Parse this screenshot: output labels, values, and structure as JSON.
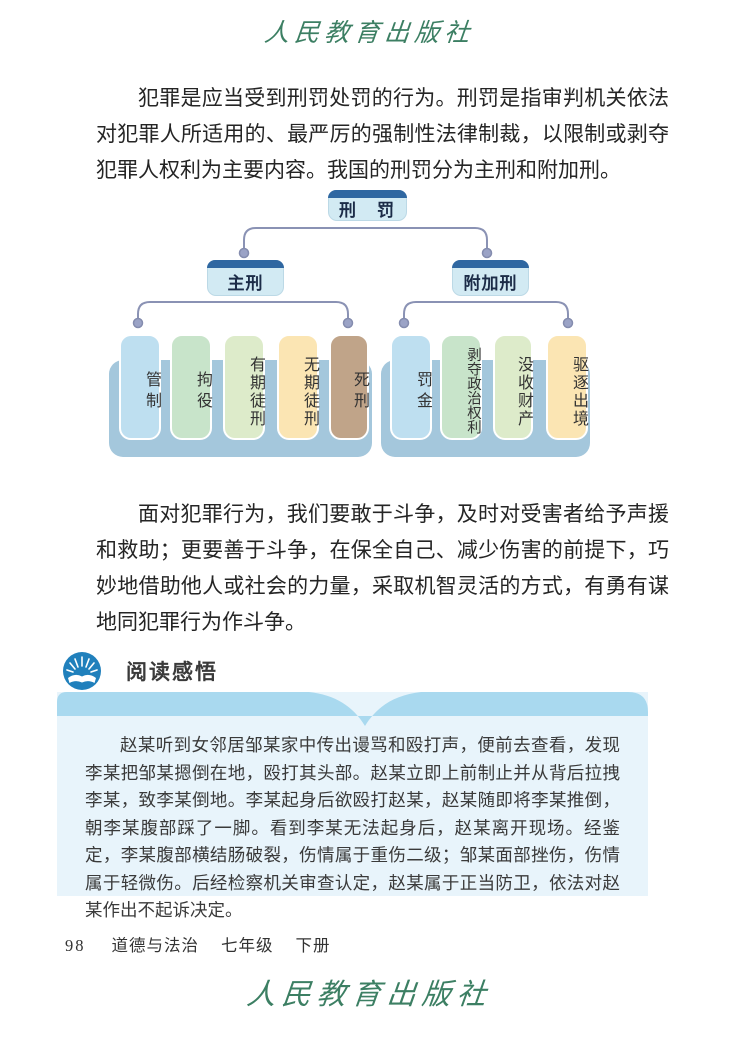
{
  "publisher": {
    "name_top": "人民教育出版社",
    "name_bottom": "人民教育出版社"
  },
  "intro_paragraph": "犯罪是应当受到刑罚处罚的行为。刑罚是指审判机关依法对犯罪人所适用的、最严厉的强制性法律制裁，以限制或剥夺犯罪人权利为主要内容。我国的刑罚分为主刑和附加刑。",
  "diagram": {
    "root_label": "刑　罚",
    "branches": [
      {
        "label": "主刑",
        "children": [
          {
            "label": "管制",
            "color": "#bedff0"
          },
          {
            "label": "拘役",
            "color": "#c8e4ca"
          },
          {
            "label": "有期徒刑",
            "color": "#ddebca"
          },
          {
            "label": "无期徒刑",
            "color": "#fbe5b3"
          },
          {
            "label": "死刑",
            "color": "#c0a489"
          }
        ]
      },
      {
        "label": "附加刑",
        "children": [
          {
            "label": "罚金",
            "color": "#bedff0"
          },
          {
            "label": "剥夺政治权利",
            "color": "#c8e4ca"
          },
          {
            "label": "没收财产",
            "color": "#ddebca"
          },
          {
            "label": "驱逐出境",
            "color": "#fbe5b3"
          }
        ]
      }
    ]
  },
  "middle_paragraph": "面对犯罪行为，我们要敢于斗争，及时对受害者给予声援和救助；更要善于斗争，在保全自己、减少伤害的前提下，巧妙地借助他人或社会的力量，采取机智灵活的方式，有勇有谋地同犯罪行为作斗争。",
  "reading_section": {
    "icon": "book-sunrise-icon",
    "title": "阅读感悟",
    "body": "赵某听到女邻居邹某家中传出谩骂和殴打声，便前去查看，发现李某把邹某摁倒在地，殴打其头部。赵某立即上前制止并从背后拉拽李某，致李某倒地。李某起身后欲殴打赵某，赵某随即将李某推倒，朝李某腹部踩了一脚。看到李某无法起身后，赵某离开现场。经鉴定，李某腹部横结肠破裂，伤情属于重伤二级；邹某面部挫伤，伤情属于轻微伤。后经检察机关审查认定，赵某属于正当防卫，依法对赵某作出不起诉决定。"
  },
  "footer": {
    "page_number": "98",
    "book_title": "道德与法治",
    "grade": "七年级",
    "volume": "下册"
  },
  "colors": {
    "node_header": "#2f67a1",
    "node_body": "#d2eaf3",
    "tray": "#a4c7dc",
    "connector": "#8a92b4",
    "connector_dot": "#9ba3c6",
    "reading_bar": "#a9d9ef",
    "reading_bg": "#e8f4fb",
    "logo_green": "#3c7f63",
    "icon_blue": "#2080bc"
  }
}
